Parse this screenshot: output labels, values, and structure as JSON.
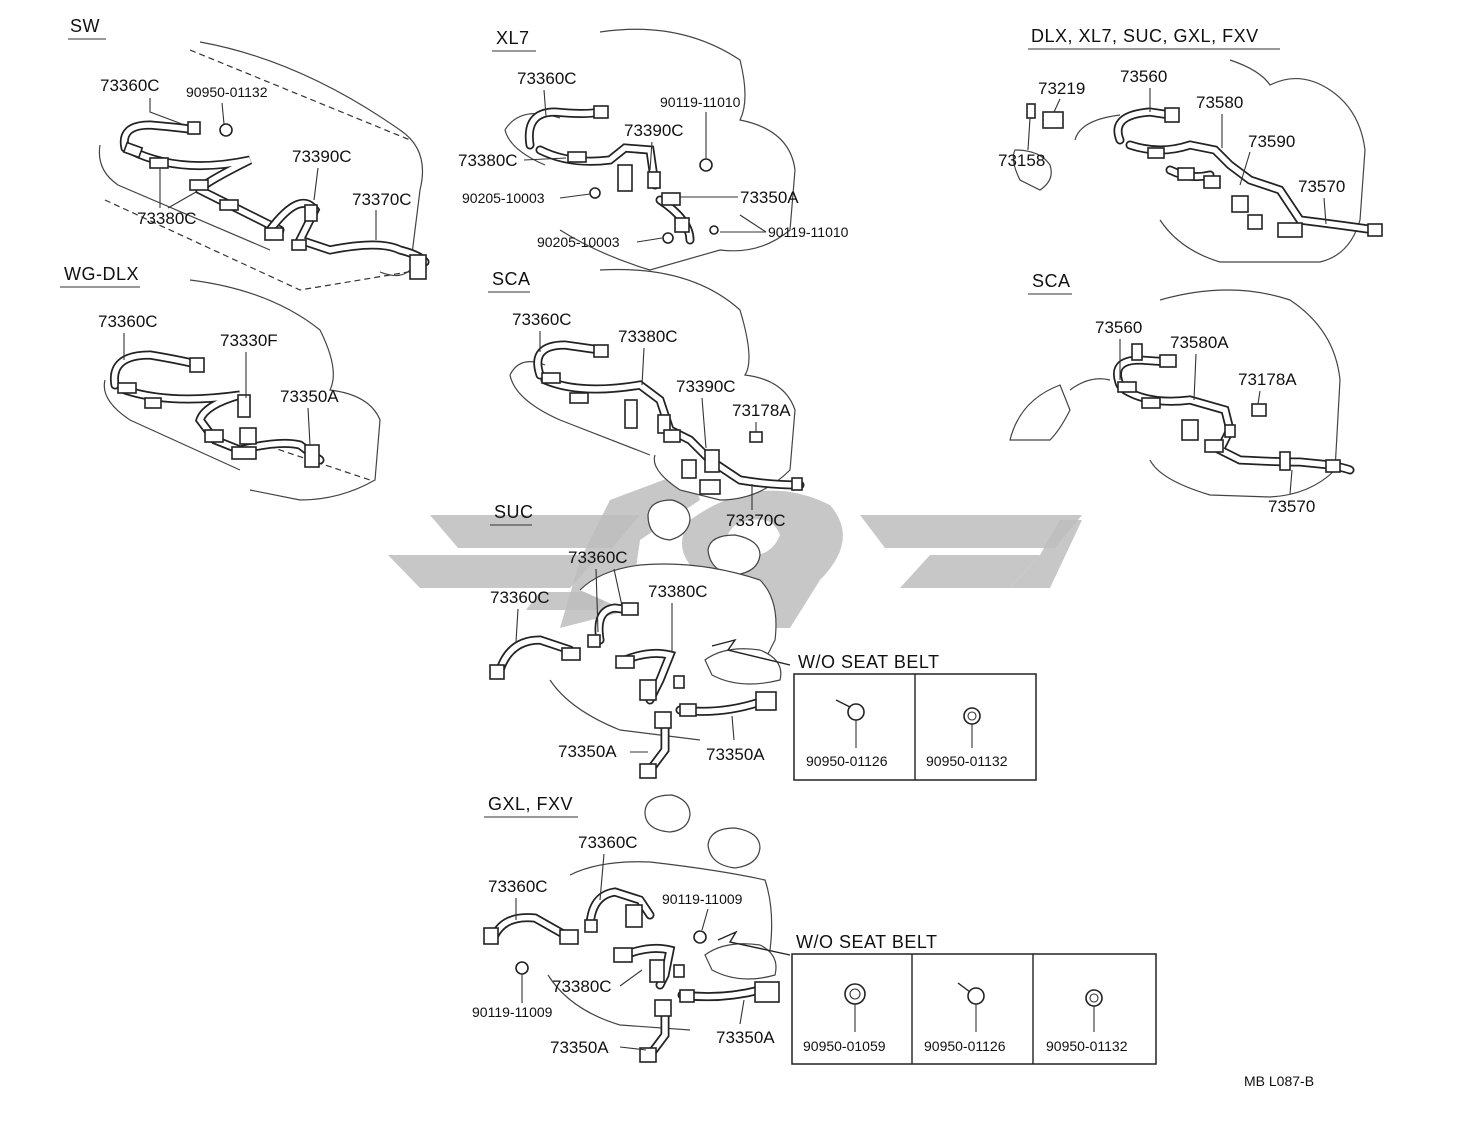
{
  "sections": {
    "sw": {
      "header": "SW",
      "labels": [
        "73360C",
        "90950-01132",
        "73390C",
        "73380C",
        "73370C"
      ]
    },
    "xl7": {
      "header": "XL7",
      "labels": [
        "73360C",
        "90119-11010",
        "73390C",
        "73380C",
        "90205-10003",
        "73350A",
        "90205-10003",
        "90119-11010"
      ]
    },
    "dlx_group": {
      "header": "DLX, XL7, SUC, GXL, FXV",
      "labels": [
        "73219",
        "73560",
        "73580",
        "73158",
        "73590",
        "73570"
      ]
    },
    "wg_dlx": {
      "header": "WG-DLX",
      "labels": [
        "73360C",
        "73330F",
        "73350A"
      ]
    },
    "sca_mid": {
      "header": "SCA",
      "labels": [
        "73360C",
        "73380C",
        "73390C",
        "73178A",
        "73370C"
      ]
    },
    "sca_right": {
      "header": "SCA",
      "labels": [
        "73560",
        "73580A",
        "73178A",
        "73570"
      ]
    },
    "suc": {
      "header": "SUC",
      "labels": [
        "73360C",
        "73360C",
        "73380C",
        "73350A",
        "73350A"
      ],
      "wo_title": "W/O SEAT  BELT",
      "wo_parts": [
        "90950-01126",
        "90950-01132"
      ]
    },
    "gxl_fxv": {
      "header": "GXL, FXV",
      "labels": [
        "73360C",
        "73360C",
        "90119-11009",
        "90119-11009",
        "73380C",
        "73350A",
        "73350A"
      ],
      "wo_title": "W/O SEAT  BELT",
      "wo_parts": [
        "90950-01059",
        "90950-01126",
        "90950-01132"
      ]
    }
  },
  "footer": {
    "code": "MB  L087-B"
  },
  "colors": {
    "ink": "#111111",
    "watermark": "#bdbdbd",
    "paper": "#ffffff"
  }
}
